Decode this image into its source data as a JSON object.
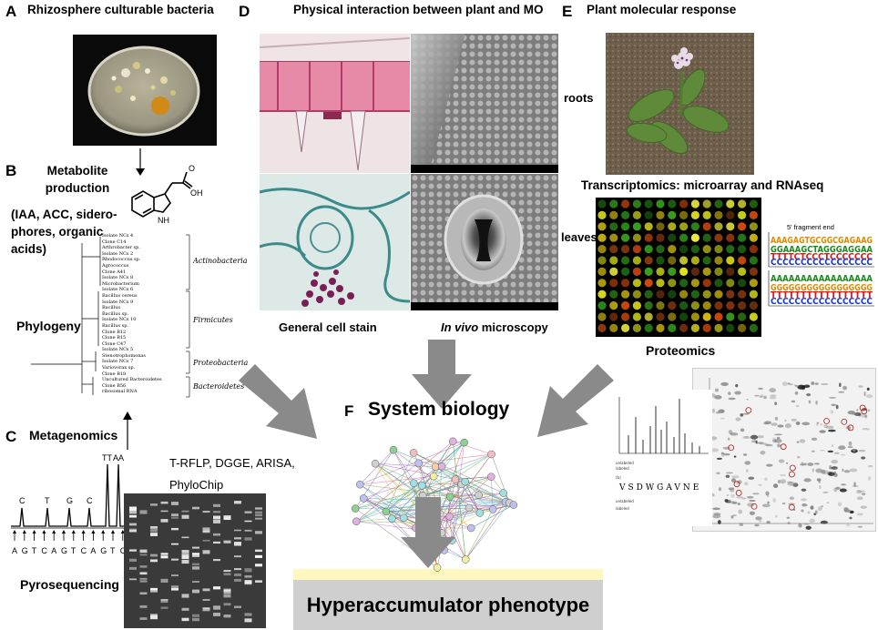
{
  "panels": {
    "A": {
      "letter": "A",
      "title": "Rhizosphere culturable bacteria"
    },
    "B": {
      "letter": "B",
      "title_lines": [
        "Metabolite",
        "production"
      ],
      "desc_lines": [
        "(IAA, ACC, sidero-",
        "phores, organic",
        "acids)"
      ],
      "phylogeny_label": "Phylogeny",
      "tree_groups": [
        "Actinobacteria",
        "Firmicutes",
        "Proteobacteria",
        "Bacteroidetes"
      ],
      "tree_taxa": [
        "Isolate NCs 4",
        "Clone C14",
        "Arthrobacter sp.",
        "Isolate NCs 2",
        "Rhodococcus sp.",
        "Agrococcus",
        "Clone A41",
        "Isolate NCs 8",
        "Microbacterium",
        "Isolate NCs 6",
        "Bacillus cereus",
        "Isolate NCs 9",
        "Bacillus",
        "Bacillus sp.",
        "Isolate NCs 10",
        "Bacillus sp.",
        "Clone B12",
        "Clone B15",
        "Clone C47",
        "Isolate NCs 5",
        "Stenotrophomonas",
        "Isolate NCs 7",
        "Variovorax sp.",
        "Clone B18",
        "Uncultured Bacteroidetes",
        "Clone B56",
        "ribosomal RNA"
      ]
    },
    "C": {
      "letter": "C",
      "title": "Metagenomics",
      "techniques_lines": [
        "T-RFLP, DGGE, ARISA,",
        "PhyloChip"
      ],
      "pyro_label": "Pyrosequencing",
      "peaks": [
        "C",
        "T",
        "G",
        "C",
        "TT",
        "AA"
      ],
      "sequence": [
        "A",
        "G",
        "T",
        "C",
        "A",
        "G",
        "T",
        "C",
        "A",
        "G",
        "T",
        "C"
      ]
    },
    "D": {
      "letter": "D",
      "title": "Physical interaction  between plant and MO",
      "label_left": "General cell stain",
      "label_right_italic": "In vivo",
      "label_right_rest": " microscopy"
    },
    "E": {
      "letter": "E",
      "title": "Plant molecular response",
      "roots_label": "roots",
      "transcriptomics_label": "Transcriptomics: microarray  and RNAseq",
      "leaves_label": "leaves",
      "proteomics_label": "Proteomics",
      "fragment_label": "5' fragment end"
    },
    "F": {
      "letter": "F",
      "title": "System biology"
    },
    "phenotype": "Hyperaccumulator phenotype",
    "colors": {
      "arrow": "#8a8a8a",
      "phenotype_box": "#cfcfcf",
      "glow": "#fff7c0"
    }
  }
}
